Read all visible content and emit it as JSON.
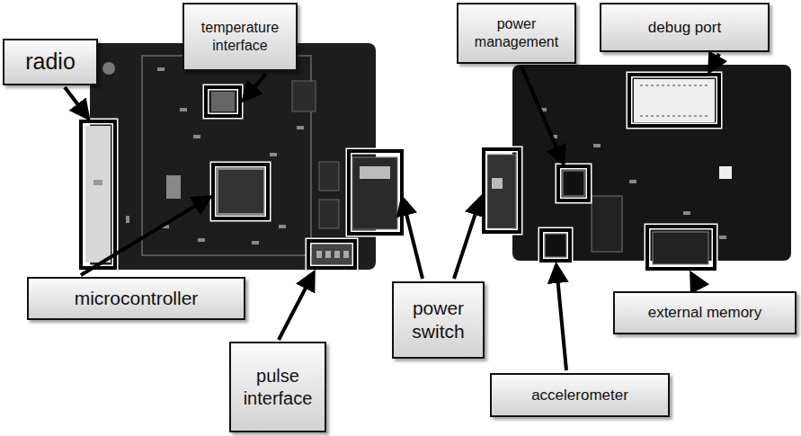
{
  "diagram": {
    "nodes": [
      {
        "text": [
          "radio"
        ]
      },
      {
        "text": [
          "temperature interface"
        ]
      },
      {
        "text": [
          "power management"
        ]
      },
      {
        "text": [
          "debug port"
        ]
      },
      {
        "text": [
          "microcontroller"
        ]
      },
      {
        "text": [
          "power switch"
        ]
      },
      {
        "text": [
          "external memory"
        ]
      },
      {
        "text": [
          "pulse interface"
        ]
      },
      {
        "text": [
          "accelerometer"
        ]
      }
    ]
  }
}
